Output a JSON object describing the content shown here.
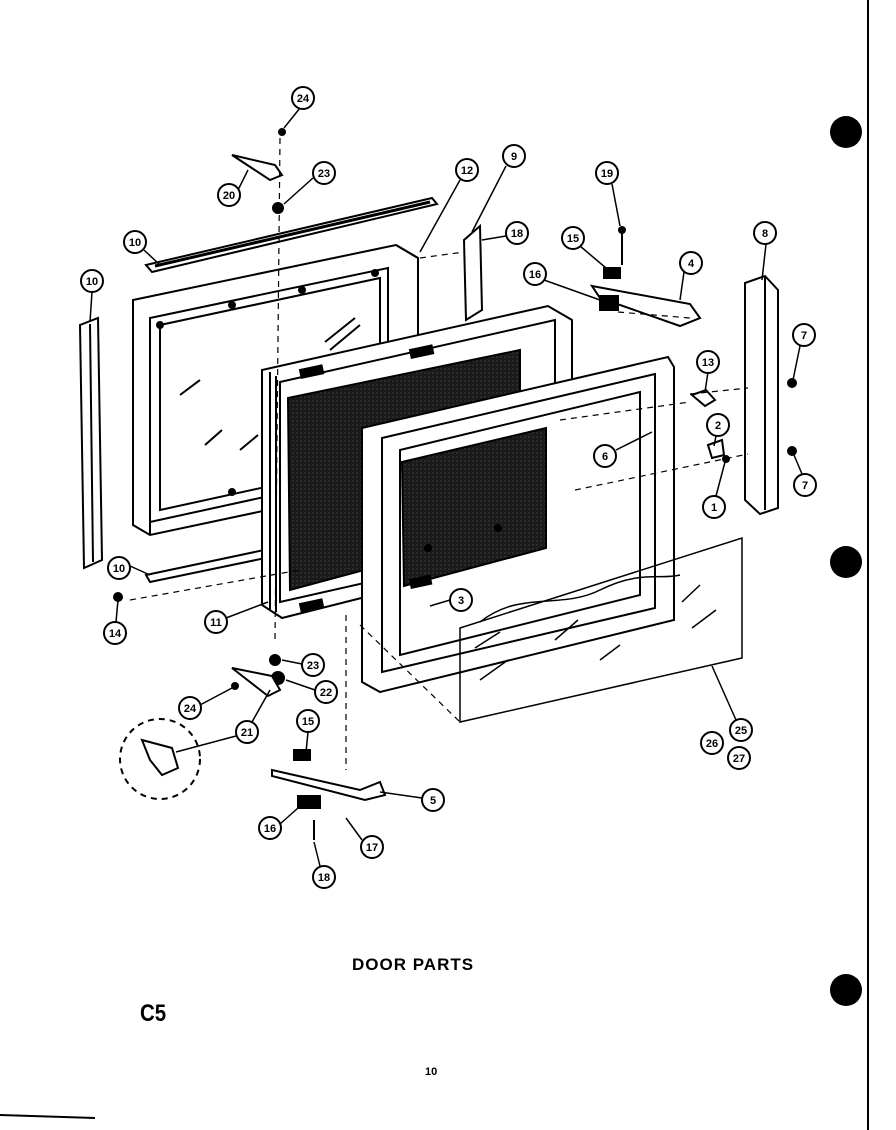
{
  "diagram": {
    "title": "DOOR PARTS",
    "model_code": "C5",
    "page_number": "10",
    "callouts": [
      "24",
      "20",
      "23",
      "12",
      "9",
      "19",
      "15",
      "16",
      "18",
      "4",
      "8",
      "10",
      "10",
      "7",
      "13",
      "2",
      "6",
      "7",
      "1",
      "10",
      "14",
      "11",
      "3",
      "23",
      "22",
      "24",
      "21",
      "15",
      "5",
      "16",
      "17",
      "18",
      "25",
      "26",
      "27"
    ]
  }
}
